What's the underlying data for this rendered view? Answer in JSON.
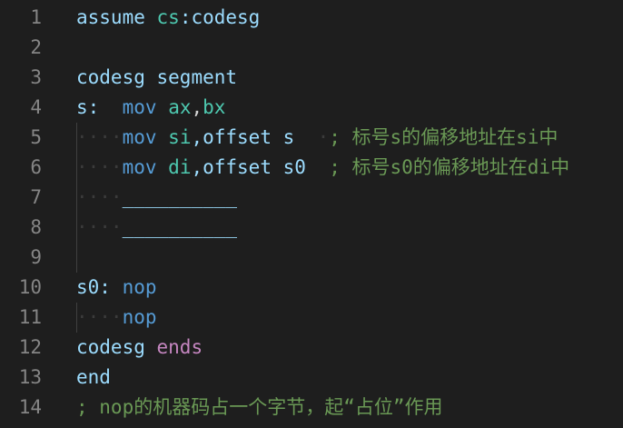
{
  "colors": {
    "background": "#1e1e1e",
    "line_number": "#858585",
    "plain": "#d4d4d4",
    "label": "#9cdcfe",
    "instruction": "#569cd6",
    "register": "#4ec9b0",
    "keyword": "#c586c0",
    "comment": "#6a9955",
    "whitespace_dot": "#3b3b3b",
    "indent_guide": "#404040"
  },
  "lines": [
    {
      "n": "1",
      "guide": false,
      "tokens": [
        [
          "assume",
          "t-label"
        ],
        [
          " ",
          "t-plain"
        ],
        [
          "cs",
          "t-reg"
        ],
        [
          ":codesg",
          "t-label"
        ]
      ]
    },
    {
      "n": "2",
      "guide": false,
      "tokens": []
    },
    {
      "n": "3",
      "guide": false,
      "tokens": [
        [
          "codesg",
          "t-label"
        ],
        [
          " ",
          "t-plain"
        ],
        [
          "segment",
          "t-label"
        ]
      ]
    },
    {
      "n": "4",
      "guide": false,
      "tokens": [
        [
          "s:",
          "t-label"
        ],
        [
          "  ",
          "t-plain"
        ],
        [
          "mov",
          "t-instr"
        ],
        [
          " ",
          "t-plain"
        ],
        [
          "ax",
          "t-reg"
        ],
        [
          ",",
          "t-plain"
        ],
        [
          "bx",
          "t-reg"
        ]
      ]
    },
    {
      "n": "5",
      "guide": true,
      "tokens": [
        [
          "····",
          "ws"
        ],
        [
          "mov",
          "t-instr"
        ],
        [
          " ",
          "t-plain"
        ],
        [
          "si",
          "t-reg"
        ],
        [
          ",offset",
          "t-label"
        ],
        [
          " s",
          "t-label"
        ],
        [
          "  ·",
          "ws"
        ],
        [
          "; 标号s的偏移地址在si中",
          "t-com"
        ]
      ]
    },
    {
      "n": "6",
      "guide": true,
      "tokens": [
        [
          "····",
          "ws"
        ],
        [
          "mov",
          "t-instr"
        ],
        [
          " ",
          "t-plain"
        ],
        [
          "di",
          "t-reg"
        ],
        [
          ",offset",
          "t-label"
        ],
        [
          " s0",
          "t-label"
        ],
        [
          "  ",
          "t-plain"
        ],
        [
          "; 标号s0的偏移地址在di中",
          "t-com"
        ]
      ]
    },
    {
      "n": "7",
      "guide": true,
      "tokens": [
        [
          "····",
          "ws"
        ],
        [
          "__________",
          "t-label"
        ]
      ]
    },
    {
      "n": "8",
      "guide": true,
      "tokens": [
        [
          "····",
          "ws"
        ],
        [
          "__________",
          "t-label"
        ]
      ]
    },
    {
      "n": "9",
      "guide": true,
      "tokens": []
    },
    {
      "n": "10",
      "guide": false,
      "tokens": [
        [
          "s0:",
          "t-label"
        ],
        [
          " ",
          "t-plain"
        ],
        [
          "nop",
          "t-instr"
        ]
      ]
    },
    {
      "n": "11",
      "guide": true,
      "tokens": [
        [
          "····",
          "ws"
        ],
        [
          "nop",
          "t-instr"
        ]
      ]
    },
    {
      "n": "12",
      "guide": false,
      "tokens": [
        [
          "codesg",
          "t-label"
        ],
        [
          " ",
          "t-plain"
        ],
        [
          "ends",
          "t-kw"
        ]
      ]
    },
    {
      "n": "13",
      "guide": false,
      "tokens": [
        [
          "end",
          "t-label"
        ]
      ]
    },
    {
      "n": "14",
      "guide": false,
      "tokens": [
        [
          "; nop的机器码占一个字节，起“占位”作用",
          "t-com"
        ]
      ]
    }
  ]
}
